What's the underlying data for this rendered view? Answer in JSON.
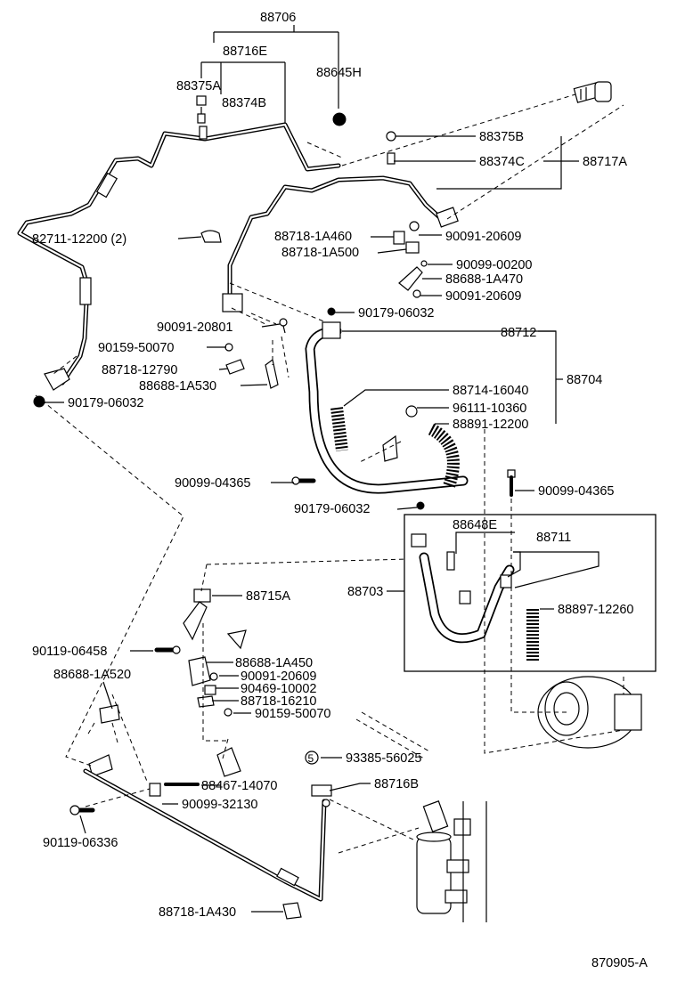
{
  "labels": {
    "p88706": "88706",
    "p88716E": "88716E",
    "p88375A": "88375A",
    "p88374B": "88374B",
    "p88645H": "88645H",
    "p88375B": "88375B",
    "p88374C": "88374C",
    "p88717A": "88717A",
    "p82711": "82711-12200 (2)",
    "p88718_1A460": "88718-1A460",
    "p90091_20609a": "90091-20609",
    "p88718_1A500": "88718-1A500",
    "p90099_00200": "90099-00200",
    "p88688_1A470": "88688-1A470",
    "p90091_20609b": "90091-20609",
    "p90091_20801": "90091-20801",
    "p90179_06032a": "90179-06032",
    "p88712": "88712",
    "p90159_50070a": "90159-50070",
    "p88718_12790": "88718-12790",
    "p88704": "88704",
    "p88688_1A530": "88688-1A530",
    "p88714_16040": "88714-16040",
    "p90179_06032b": "90179-06032",
    "p96111_10360": "96111-10360",
    "p88891_12200": "88891-12200",
    "p90099_04365a": "90099-04365",
    "p90099_04365b": "90099-04365",
    "p90179_06032c": "90179-06032",
    "p88648E": "88648E",
    "p88711": "88711",
    "p88715A": "88715A",
    "p88703": "88703",
    "p88897_12260": "88897-12260",
    "p90119_06458": "90119-06458",
    "p88688_1A520": "88688-1A520",
    "p88688_1A450": "88688-1A450",
    "p90091_20609c": "90091-20609",
    "p90469_10002": "90469-10002",
    "p88718_16210": "88718-16210",
    "p90159_50070b": "90159-50070",
    "p93385_56025": "93385-56025",
    "p88716B": "88716B",
    "p88467_14070": "88467-14070",
    "p90099_32130": "90099-32130",
    "p90119_06336": "90119-06336",
    "p88718_1A430": "88718-1A430",
    "callout5": "5",
    "code": "870905-A"
  }
}
